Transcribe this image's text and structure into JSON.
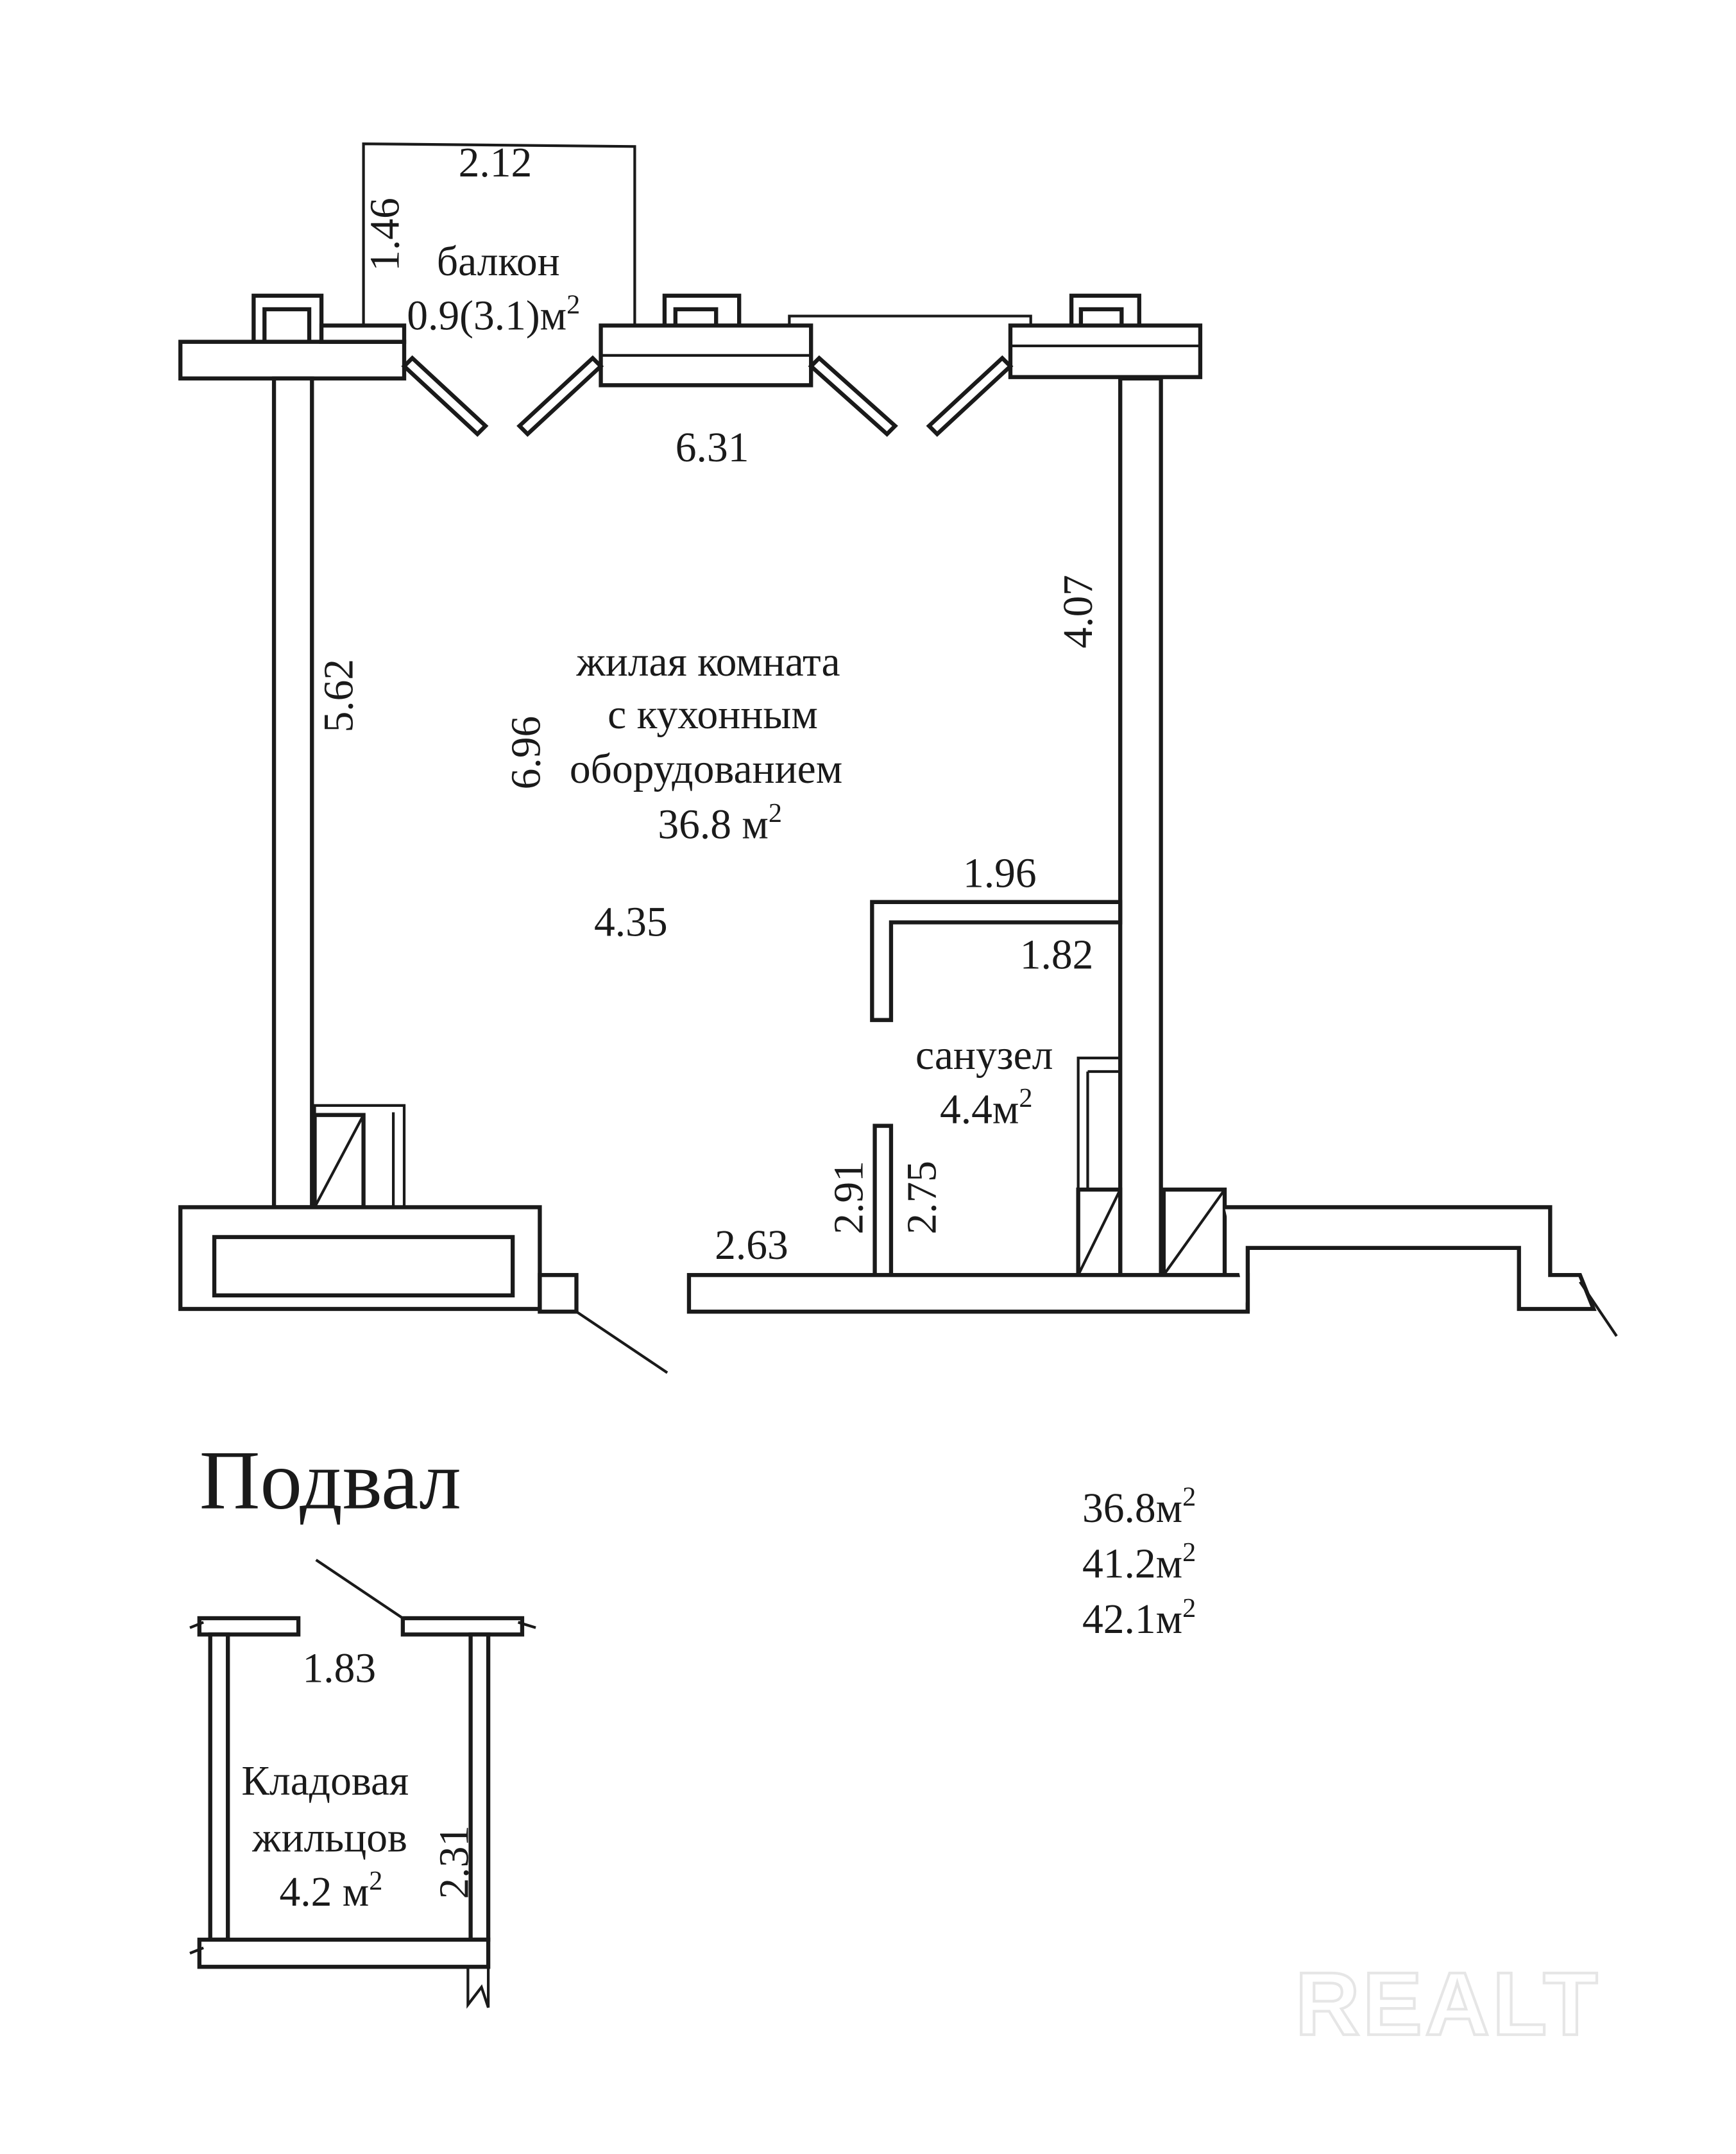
{
  "plan": {
    "balcony": {
      "label": "балкон",
      "area": "0.9(3.1)м",
      "area_sup": "2",
      "width": "2.12",
      "depth": "1.46"
    },
    "living_room": {
      "line1": "жилая комната",
      "line2": "с кухонным",
      "line3": "оборудованием",
      "area": "36.8 м",
      "area_sup": "2"
    },
    "bathroom": {
      "label": "санузел",
      "area": "4.4м",
      "area_sup": "2"
    },
    "dimensions": {
      "top": "6.31",
      "left_wall": "5.62",
      "room_length": "6.96",
      "right_wall": "4.07",
      "bath_top": "1.96",
      "bath_inner": "1.82",
      "room_width": "4.35",
      "bath_h1": "2.91",
      "bath_h2": "2.75",
      "entry": "2.63"
    }
  },
  "basement": {
    "title": "Подвал",
    "storage": {
      "line1": "Кладовая",
      "line2": "жильцов",
      "area": "4.2 м",
      "area_sup": "2",
      "width": "1.83",
      "depth": "2.31"
    }
  },
  "totals": [
    {
      "value": "36.8м",
      "sup": "2"
    },
    {
      "value": "41.2м",
      "sup": "2"
    },
    {
      "value": "42.1м",
      "sup": "2"
    }
  ],
  "watermark": "REALT"
}
